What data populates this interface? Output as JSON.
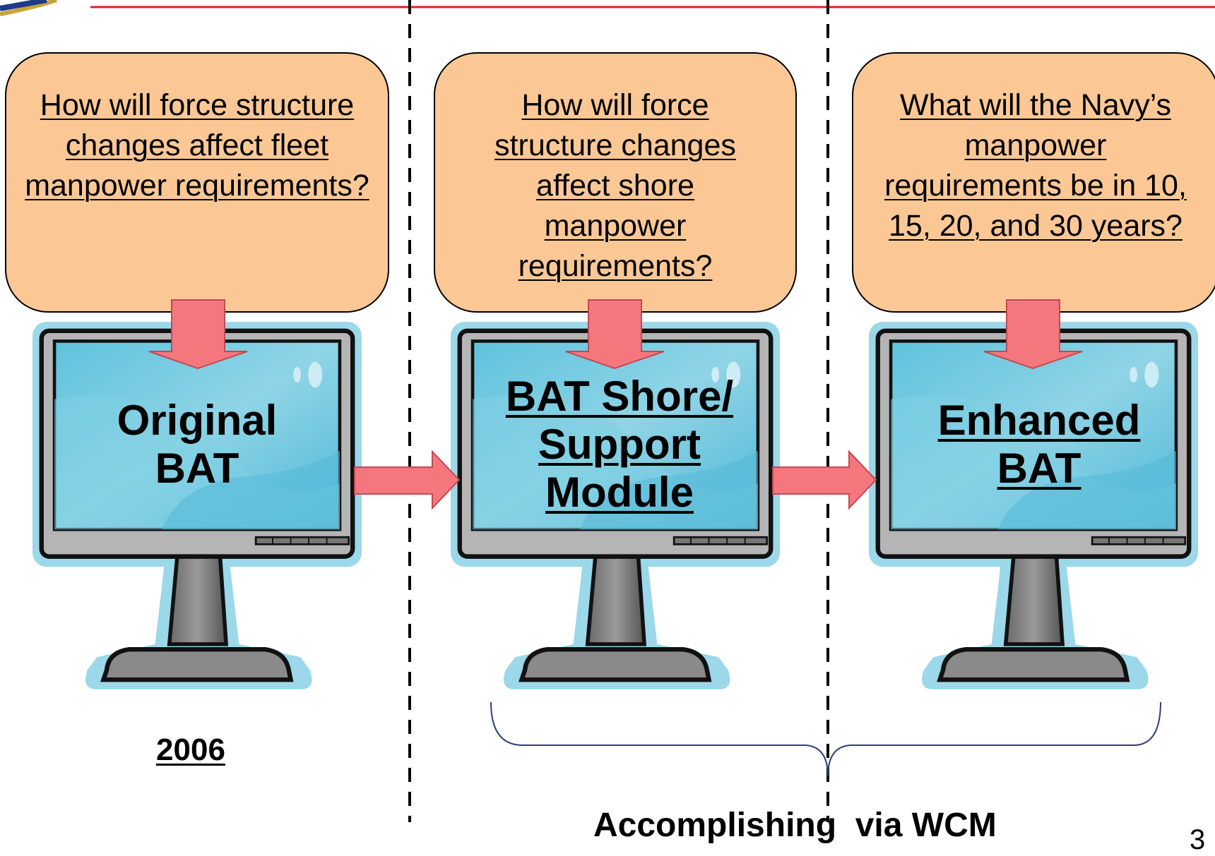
{
  "questions": [
    "How will force structure changes affect fleet manpower requirements?",
    "How will force structure changes affect shore manpower requirements?",
    "What will the Navy’s manpower requirements be in 10, 15, 20, and 30 years?"
  ],
  "modules": [
    {
      "line1": "Original",
      "line2": "BAT",
      "line3": ""
    },
    {
      "line1": "BAT Shore/",
      "line2": "Support",
      "line3": "Module"
    },
    {
      "line1": "Enhanced",
      "line2": "BAT",
      "line3": ""
    }
  ],
  "year": "2006",
  "bracket_caption": "Accomplishing  via WCM",
  "page_number": "3",
  "colors": {
    "question_box": "#fbc895",
    "arrow": "#f4777e",
    "screen": "#6cc6df",
    "monitor_glow": "#9bd8ea",
    "header_line": "#e02020",
    "bracket": "#2e3d7e"
  }
}
